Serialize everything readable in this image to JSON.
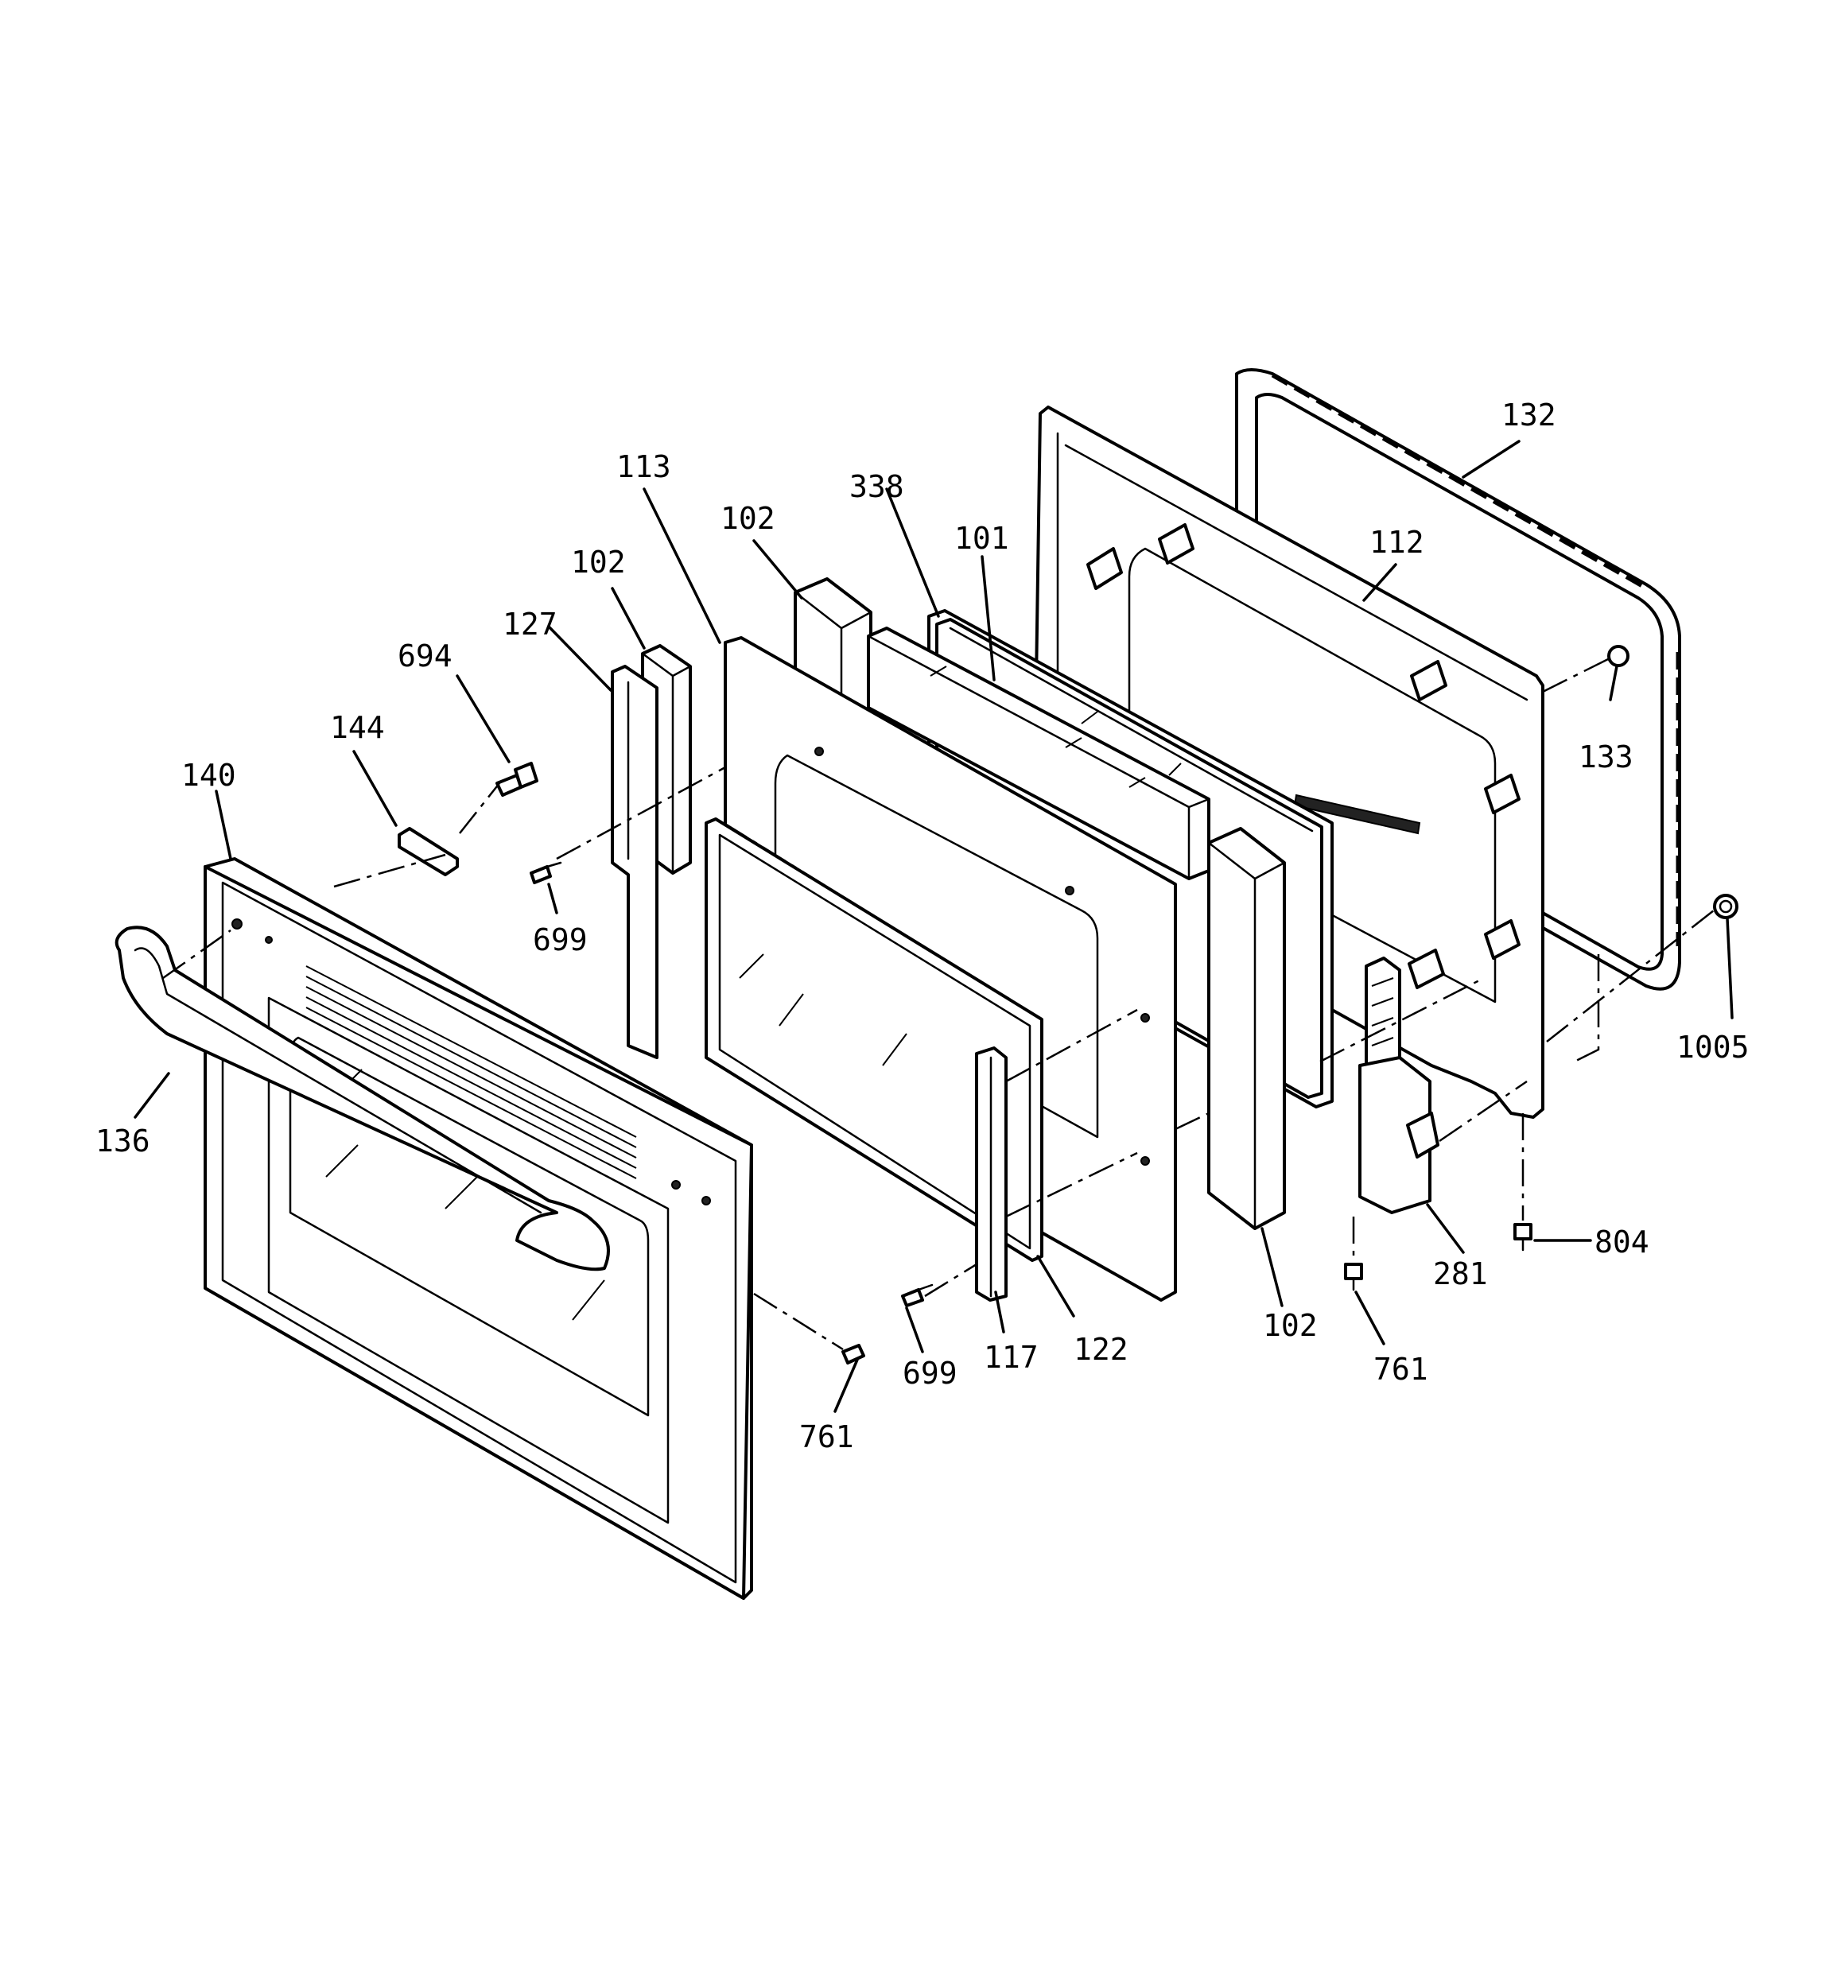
{
  "callouts": [
    {
      "id": "c132",
      "label": "132"
    },
    {
      "id": "c112",
      "label": "112"
    },
    {
      "id": "c113",
      "label": "113"
    },
    {
      "id": "c338",
      "label": "338"
    },
    {
      "id": "c101",
      "label": "101"
    },
    {
      "id": "c102a",
      "label": "102"
    },
    {
      "id": "c102b",
      "label": "102"
    },
    {
      "id": "c102c",
      "label": "102"
    },
    {
      "id": "c127",
      "label": "127"
    },
    {
      "id": "c694",
      "label": "694"
    },
    {
      "id": "c144",
      "label": "144"
    },
    {
      "id": "c140",
      "label": "140"
    },
    {
      "id": "c133",
      "label": "133"
    },
    {
      "id": "c1005",
      "label": "1005"
    },
    {
      "id": "c699a",
      "label": "699"
    },
    {
      "id": "c699b",
      "label": "699"
    },
    {
      "id": "c136",
      "label": "136"
    },
    {
      "id": "c804",
      "label": "804"
    },
    {
      "id": "c281",
      "label": "281"
    },
    {
      "id": "c761a",
      "label": "761"
    },
    {
      "id": "c761b",
      "label": "761"
    },
    {
      "id": "c117",
      "label": "117"
    },
    {
      "id": "c122",
      "label": "122"
    }
  ]
}
